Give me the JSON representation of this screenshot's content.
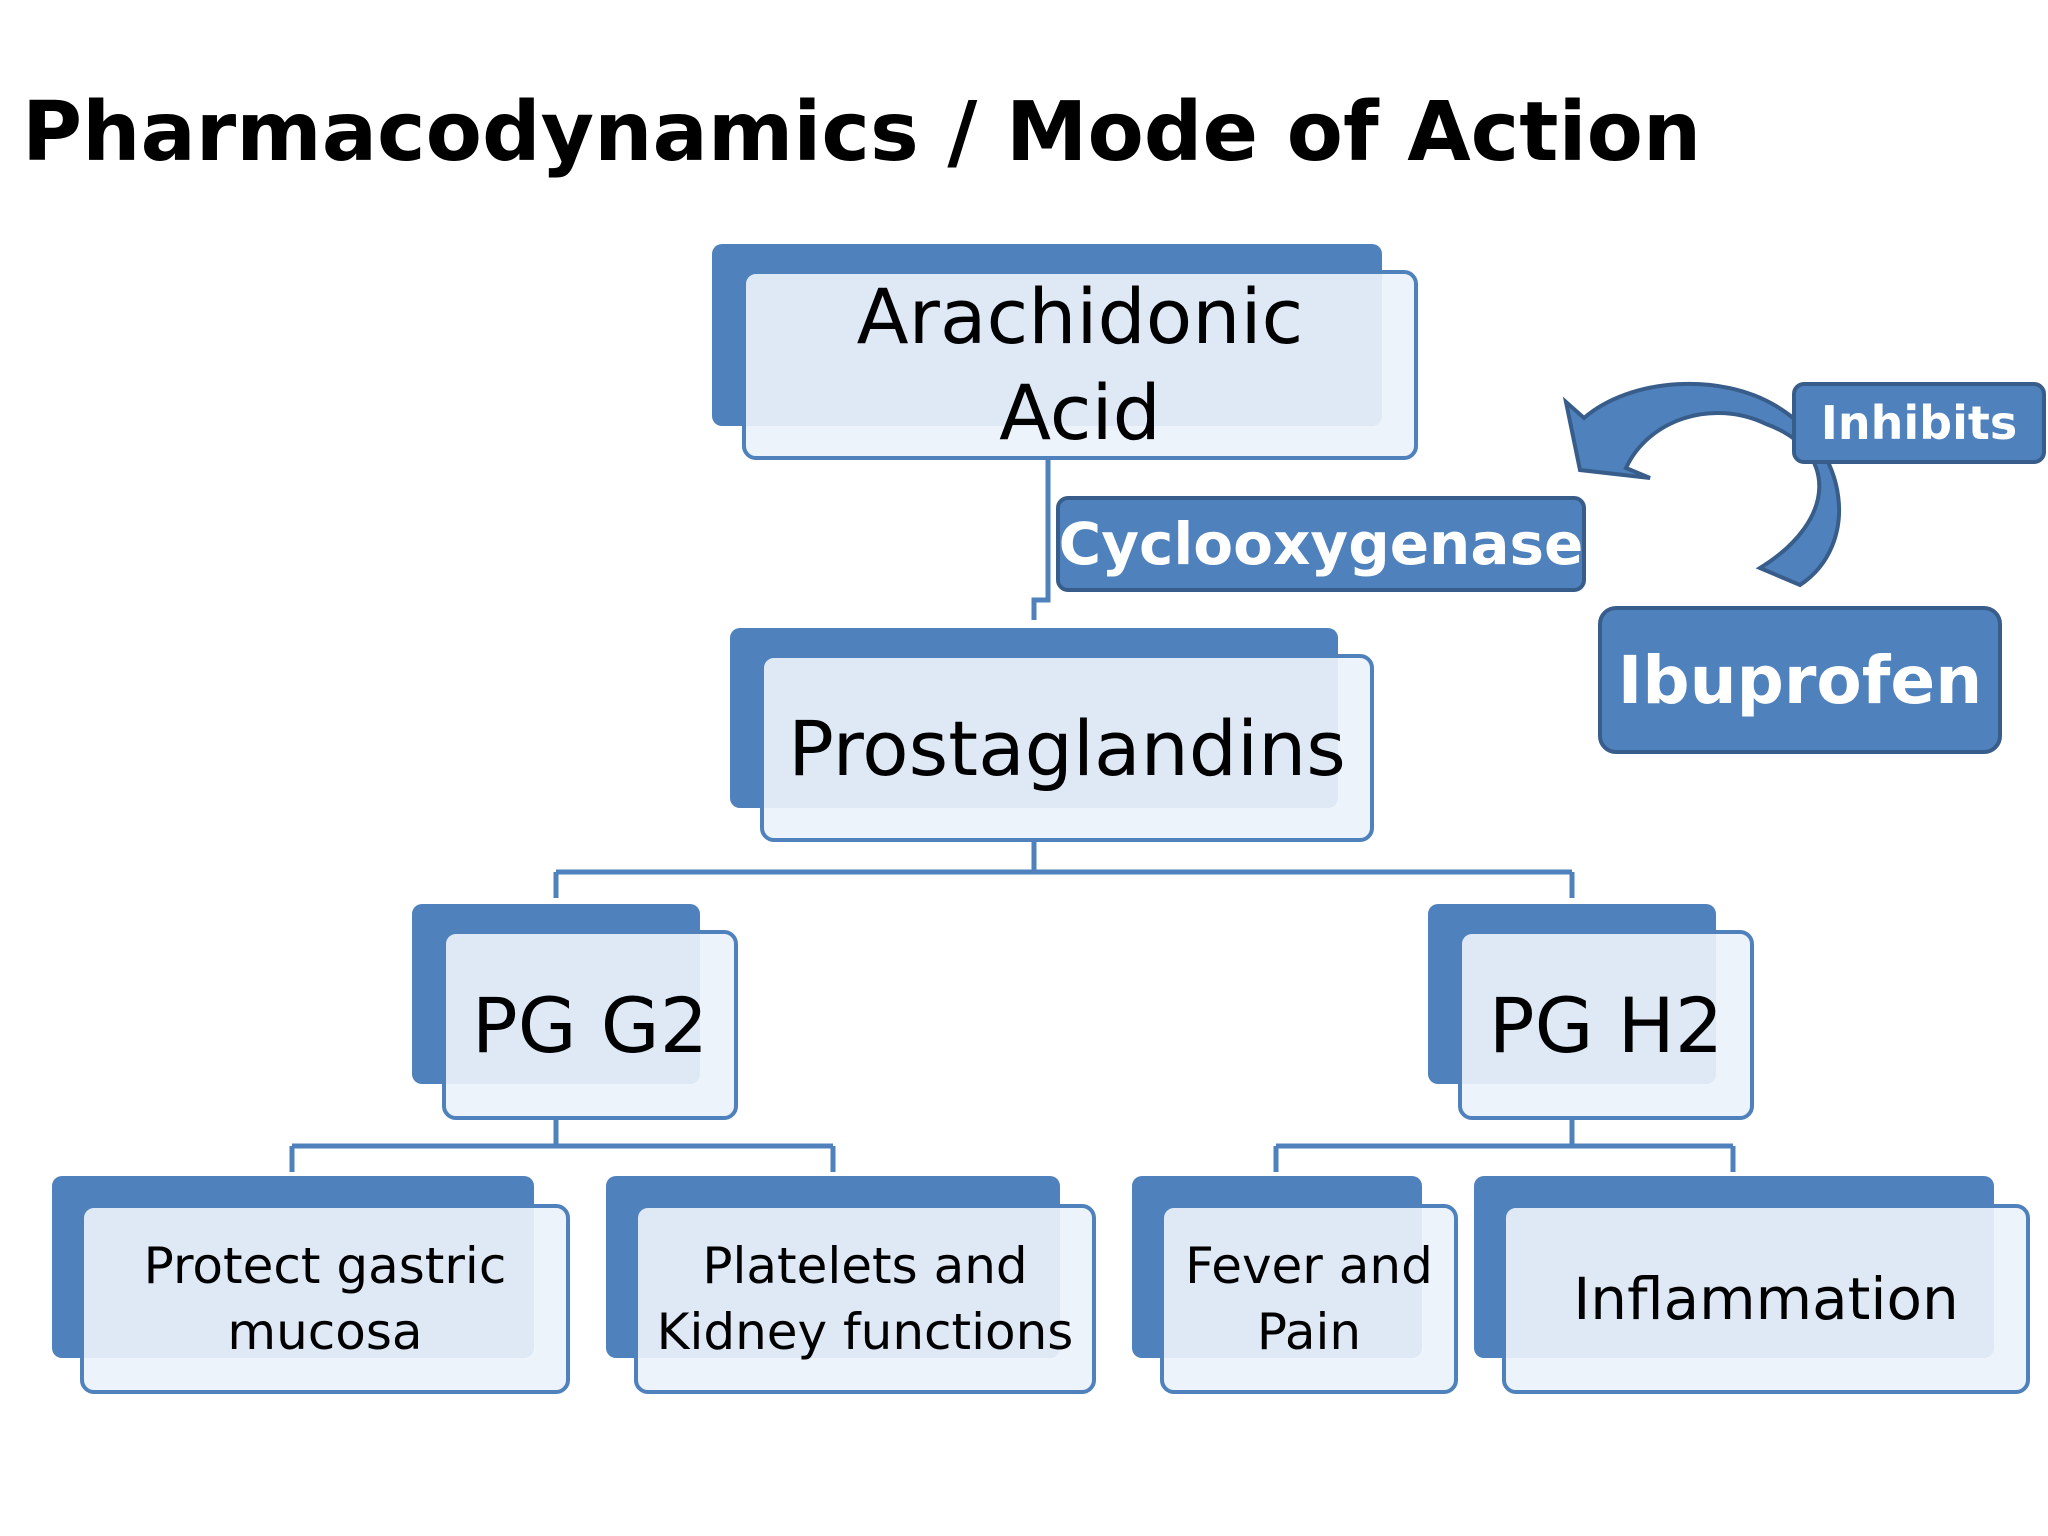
{
  "title": "Pharmacodynamics / Mode of Action",
  "colors": {
    "accent": "#4f81bd",
    "accent_dark": "#385d8a",
    "box_fill": "#ecf2fa"
  },
  "nodes": {
    "arachidonic_acid": {
      "line1": "Arachidonic",
      "line2": "Acid"
    },
    "prostaglandins": "Prostaglandins",
    "pg_g2": "PG G2",
    "pg_h2": "PG H2",
    "protect_gastric": {
      "line1": "Protect gastric",
      "line2": "mucosa"
    },
    "platelets_kidney": {
      "line1": "Platelets and",
      "line2": "Kidney functions"
    },
    "fever_pain": {
      "line1": "Fever and",
      "line2": "Pain"
    },
    "inflammation": "Inflammation"
  },
  "labels": {
    "cyclooxygenase": "Cyclooxygenase",
    "inhibits": "Inhibits",
    "ibuprofen": "Ibuprofen"
  },
  "icons": {
    "inhibit_arrow": "curved-arrow-left-icon"
  }
}
